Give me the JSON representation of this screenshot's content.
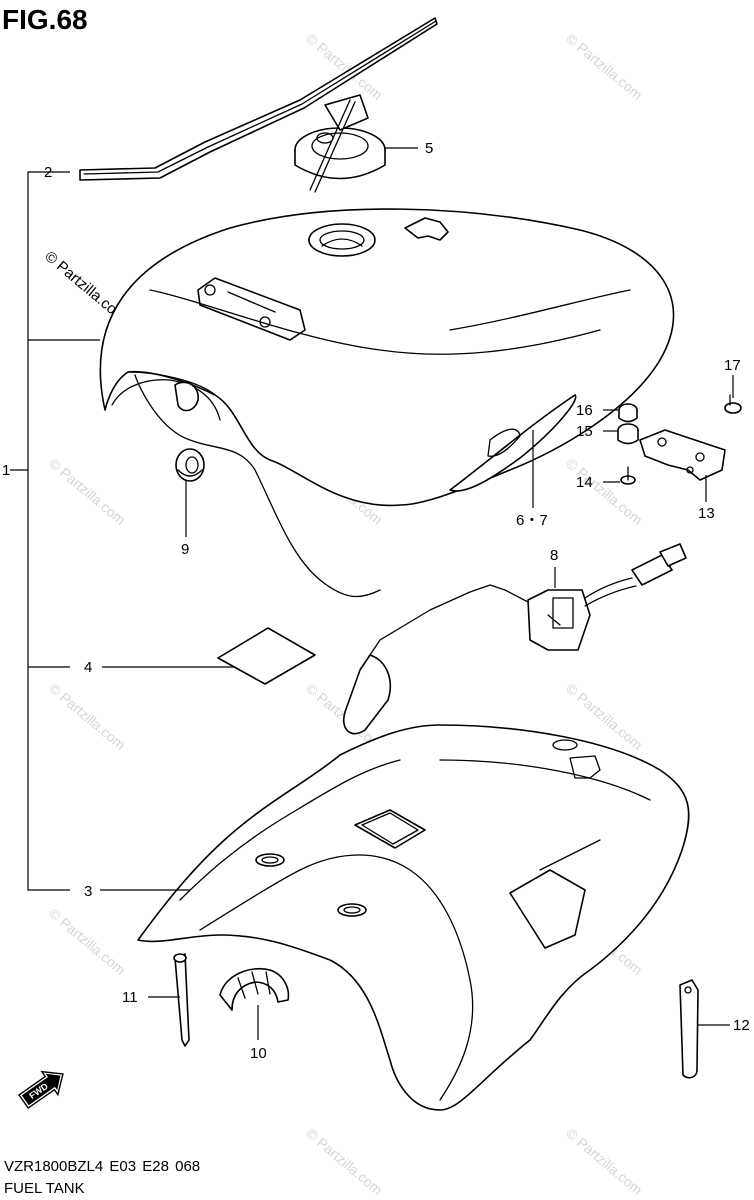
{
  "figure": {
    "title": "FIG.68",
    "model_code": "VZR1800BZL4  E03  E28  068",
    "name": "FUEL TANK"
  },
  "watermark": {
    "text": "© Partzilla.com"
  },
  "callouts": {
    "c1": "1",
    "c2": "2",
    "c3": "3",
    "c4": "4",
    "c5": "5",
    "c6_7": "6・7",
    "c8": "8",
    "c9": "9",
    "c10": "10",
    "c11": "11",
    "c12": "12",
    "c13": "13",
    "c14": "14",
    "c15": "15",
    "c16": "16",
    "c17": "17"
  },
  "direction_badge": {
    "text": "FWD",
    "icon": "forward-arrow-icon"
  }
}
